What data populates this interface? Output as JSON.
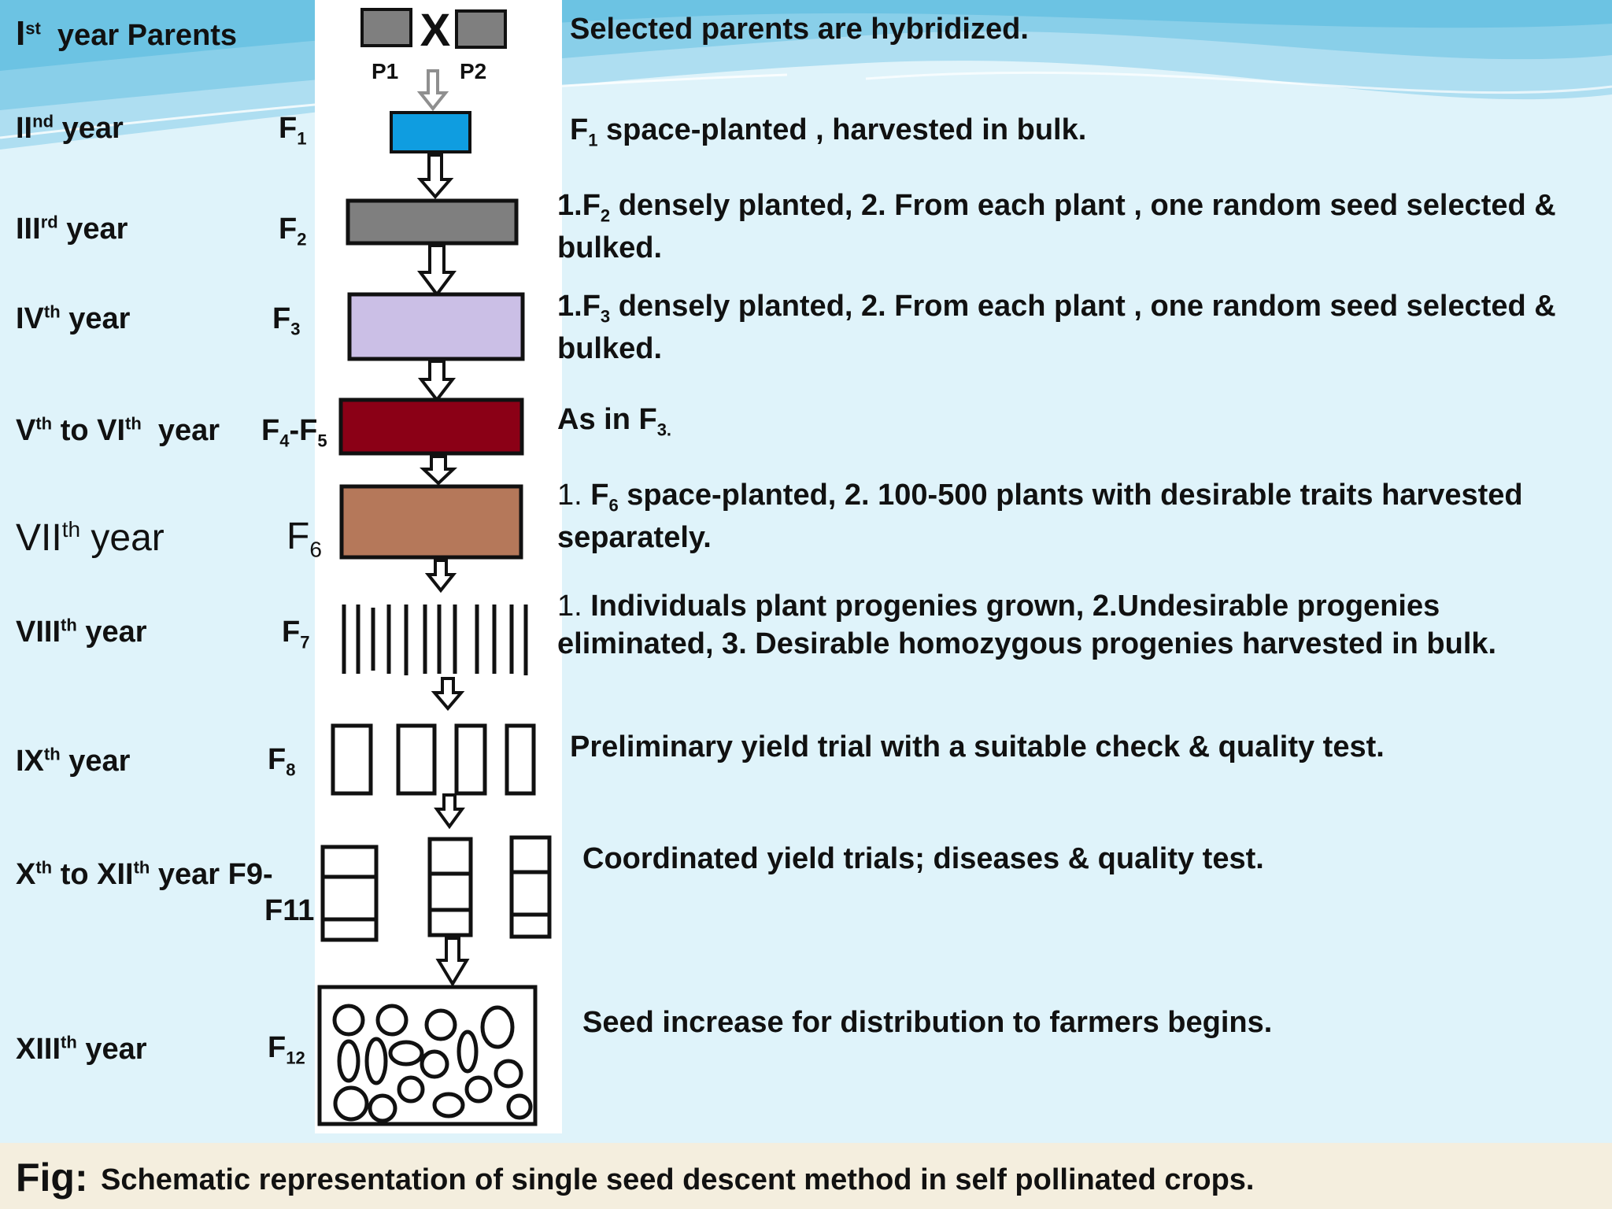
{
  "colors": {
    "background": "#dff3fa",
    "wave": "#a9dcef",
    "column": "#ffffff",
    "footer": "#f4eede",
    "box_gray": "#7f7f7f",
    "box_blue": "#0f9de0",
    "box_lavender": "#cbbfe6",
    "box_maroon": "#8b0016",
    "box_brown": "#b5785a"
  },
  "rows": [
    {
      "year_num": "I",
      "year_sup": "st",
      "year_word": "year  Parents",
      "gen_base": "",
      "gen_sub": "",
      "desc_parts": [
        "Selected parents are hybridized."
      ]
    },
    {
      "year_num": "II",
      "year_sup": "nd",
      "year_word": "year",
      "gen_base": "F",
      "gen_sub": "1",
      "desc_parts": [
        "F",
        "1",
        " space-planted , harvested in bulk."
      ]
    },
    {
      "year_num": "III",
      "year_sup": "rd",
      "year_word": "year",
      "gen_base": "F",
      "gen_sub": "2",
      "desc_parts": [
        "1.F",
        "2",
        " densely planted, 2. From each plant , one random seed selected & bulked."
      ]
    },
    {
      "year_num": "IV",
      "year_sup": "th",
      "year_word": "year",
      "gen_base": "F",
      "gen_sub": "3",
      "desc_parts": [
        "1.F",
        "3",
        " densely planted, 2. From each plant , one random seed selected & bulked."
      ]
    },
    {
      "year_num": "V",
      "year_sup": "th",
      "year_word": "to  VI",
      "year_sup2": "th",
      "year_word2": "year",
      "gen_base": "F",
      "gen_sub": "4",
      "gen_mid": "-F",
      "gen_sub2": "5",
      "desc_parts": [
        "As in F",
        "3."
      ]
    },
    {
      "year_num": "VII",
      "year_sup": "th",
      "year_word": "year",
      "gen_base": "F",
      "gen_sub": "6",
      "desc_parts": [
        "1. ",
        "F",
        "6",
        " space-planted, 2. 100-500 plants with desirable traits harvested separately."
      ]
    },
    {
      "year_num": "VIII",
      "year_sup": "th",
      "year_word": "year",
      "gen_base": "F",
      "gen_sub": "7",
      "desc_parts": [
        "1. ",
        "Individuals plant progenies grown, 2.Undesirable progenies eliminated, 3. Desirable homozygous progenies harvested in bulk."
      ]
    },
    {
      "year_num": "IX",
      "year_sup": "th",
      "year_word": "year",
      "gen_base": "F",
      "gen_sub": "8",
      "desc_parts": [
        "Preliminary yield trial with a suitable check & quality test."
      ]
    },
    {
      "year_num": "X",
      "year_sup": "th",
      "year_word": "to XII",
      "year_sup2": "th",
      "year_word2": "year F9-",
      "gen_base": "F11",
      "gen_sub": "",
      "desc_parts": [
        "Coordinated yield trials; diseases & quality test."
      ]
    },
    {
      "year_num": "XIII",
      "year_sup": "th",
      "year_word": "year",
      "gen_base": "F",
      "gen_sub": "12",
      "desc_parts": [
        "Seed increase for distribution to farmers begins."
      ]
    }
  ],
  "parents": {
    "p1": "P1",
    "p2": "P2",
    "cross": "X"
  },
  "caption": {
    "label": "Fig:",
    "text": "Schematic representation of single seed descent method in self pollinated crops."
  }
}
